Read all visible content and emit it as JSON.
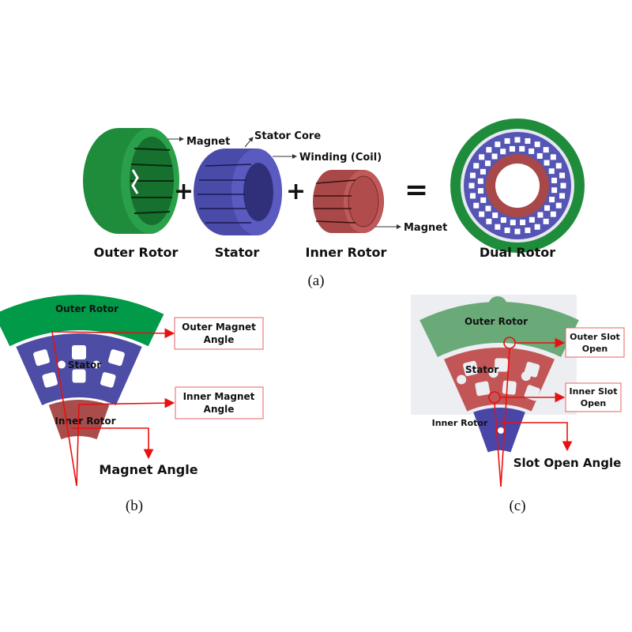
{
  "panel_a": {
    "parts": [
      "Outer Rotor",
      "Stator",
      "Inner Rotor",
      "Dual Rotor"
    ],
    "callouts": {
      "outer_magnet": "Magnet",
      "stator_core": "Stator Core",
      "winding": "Winding (Coil)",
      "inner_magnet": "Magnet"
    },
    "plus": "+",
    "equals": "=",
    "caption": "(a)"
  },
  "panel_b": {
    "outer_rotor": "Outer Rotor",
    "stator": "Stator",
    "inner_rotor": "Inner Rotor",
    "box_outer": [
      "Outer Magnet",
      "Angle"
    ],
    "box_inner": [
      "Inner Magnet",
      "Angle"
    ],
    "angle_label": "Magnet Angle",
    "caption": "(b)"
  },
  "panel_c": {
    "outer_rotor": "Outer Rotor",
    "stator": "Stator",
    "inner_rotor": "Inner Rotor",
    "box_outer": [
      "Outer Slot",
      "Open"
    ],
    "box_inner": [
      "Inner Slot",
      "Open"
    ],
    "angle_label": "Slot Open Angle",
    "caption": "(c)"
  },
  "colors": {
    "green": "#1f8c3c",
    "blue": "#4a4aa8",
    "red": "#a84848",
    "arrow": "#e81010"
  }
}
